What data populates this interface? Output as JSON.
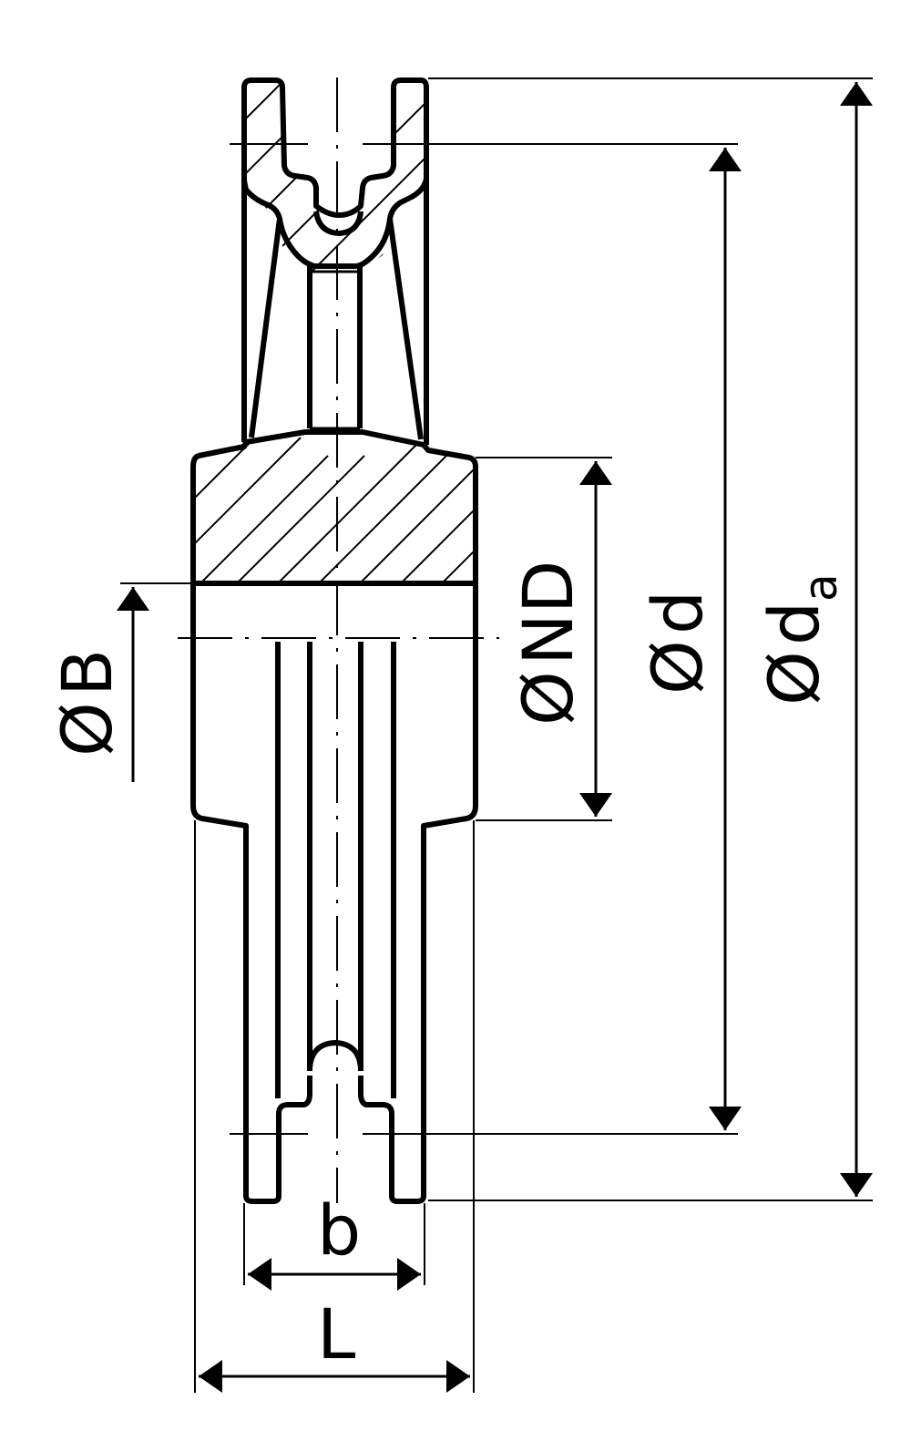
{
  "diagram": {
    "labels": {
      "diameter_symbol": "Ø",
      "B": "B",
      "ND": "ND",
      "d": "d",
      "d_a_main": "d",
      "d_a_sub": "a",
      "b": "b",
      "L": "L"
    },
    "colors": {
      "line": "#000000",
      "background": "#ffffff"
    }
  }
}
